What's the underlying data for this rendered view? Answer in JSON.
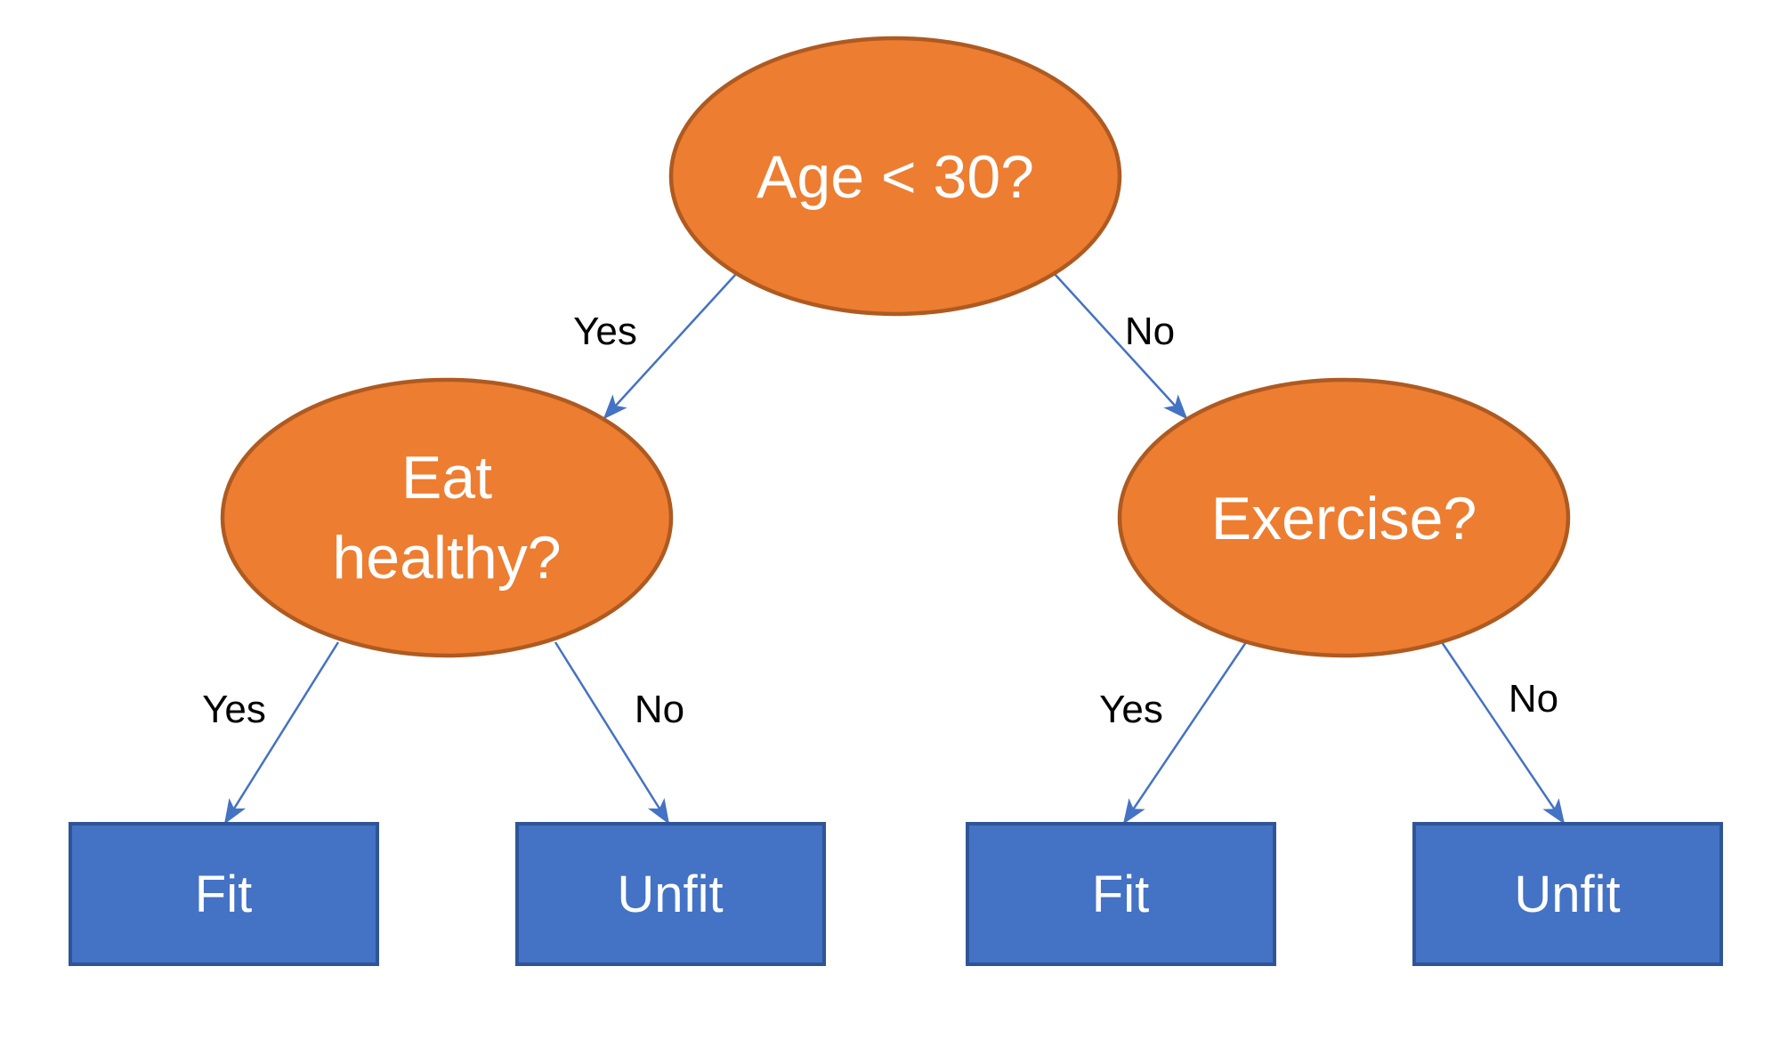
{
  "diagram": {
    "type": "decision-tree",
    "nodes": {
      "root": {
        "label": "Age < 30?"
      },
      "eat_healthy": {
        "label": "Eat healthy?",
        "line1": "Eat",
        "line2": "healthy?"
      },
      "exercise": {
        "label": "Exercise?"
      },
      "leaf_fit_left": {
        "label": "Fit"
      },
      "leaf_unfit_left": {
        "label": "Unfit"
      },
      "leaf_fit_right": {
        "label": "Fit"
      },
      "leaf_unfit_right": {
        "label": "Unfit"
      }
    },
    "edges": {
      "root_yes": {
        "label": "Yes",
        "from": "root",
        "to": "eat_healthy"
      },
      "root_no": {
        "label": "No",
        "from": "root",
        "to": "exercise"
      },
      "eat_yes": {
        "label": "Yes",
        "from": "eat_healthy",
        "to": "leaf_fit_left"
      },
      "eat_no": {
        "label": "No",
        "from": "eat_healthy",
        "to": "leaf_unfit_left"
      },
      "exercise_yes": {
        "label": "Yes",
        "from": "exercise",
        "to": "leaf_fit_right"
      },
      "exercise_no": {
        "label": "No",
        "from": "exercise",
        "to": "leaf_unfit_right"
      }
    },
    "colors": {
      "node_fill": "#ED7D31",
      "node_border": "#AE5A21",
      "leaf_fill": "#4472C4",
      "leaf_border": "#2F5597",
      "edge": "#4472C4",
      "edge_label": "#000000",
      "node_text": "#FFFFFF",
      "background": "#FFFFFF"
    }
  }
}
